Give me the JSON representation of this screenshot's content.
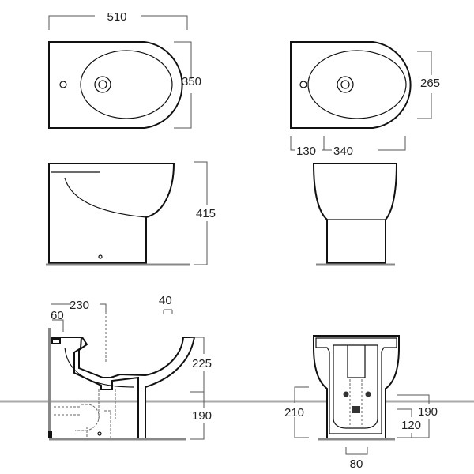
{
  "title": "Bidet technical drawing",
  "dimensions": {
    "top_width": "510",
    "top_depth": "350",
    "top_right_depth": "265",
    "top_right_offset": "130",
    "top_right_span": "340",
    "height": "415",
    "section_drain_offset": "230",
    "section_rim": "40",
    "section_wall": "60",
    "section_bowl_height": "225",
    "section_inlet_height": "190",
    "front_left_height": "210",
    "front_right_height": "190",
    "front_right_lower": "120",
    "front_bottom_width": "80"
  },
  "colors": {
    "line": "#111111",
    "dimension": "#555555",
    "floor": "#888888"
  }
}
